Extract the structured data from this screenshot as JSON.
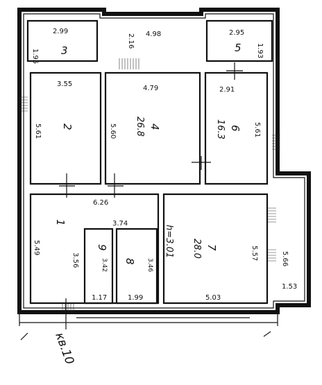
{
  "rooms": {
    "r1": {
      "number": "1",
      "dims": [
        "6.26",
        "5.49",
        "3.56"
      ]
    },
    "r2": {
      "number": "2",
      "dims": [
        "3.55",
        "5.61",
        "5.60"
      ]
    },
    "r3": {
      "number": "3",
      "dims": [
        "2.99",
        "1.95"
      ]
    },
    "r4": {
      "number": "4",
      "area": "26.8",
      "dims": [
        "4.79",
        "2.16",
        "4.98"
      ]
    },
    "r5": {
      "number": "5",
      "dims": [
        "2.95",
        "1.93"
      ]
    },
    "r6": {
      "number": "6",
      "area": "16.3",
      "dims": [
        "2.91",
        "5.61"
      ]
    },
    "r7": {
      "number": "7",
      "area": "28.0",
      "dims": [
        "5.57",
        "5.03",
        "5.66",
        "1.53"
      ]
    },
    "r8": {
      "number": "8",
      "dims": [
        "3.46",
        "1.99"
      ]
    },
    "r9": {
      "number": "9",
      "dims": [
        "3.42",
        "1.17"
      ]
    }
  },
  "corridor_label": "h=3.01",
  "bath_width": "3.74",
  "signature": "кв.10"
}
